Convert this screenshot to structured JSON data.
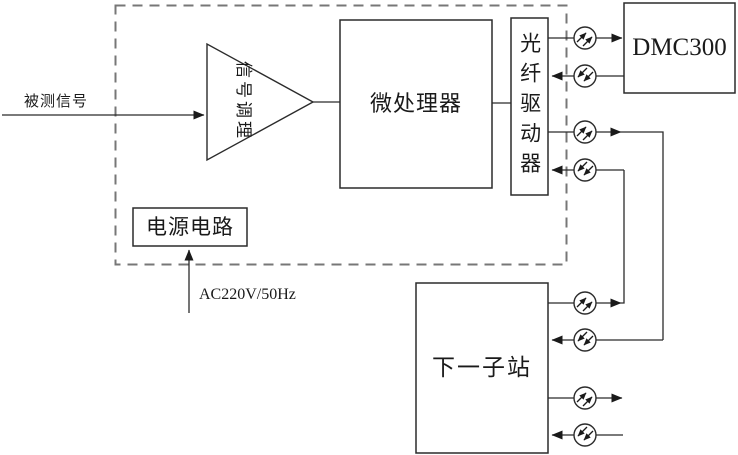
{
  "diagram": {
    "labels": {
      "input_signal": "被测信号",
      "signal_conditioning": "信号调理",
      "microprocessor": "微处理器",
      "fiber_driver": "光纤驱动器",
      "dmc300": "DMC300",
      "power_circuit": "电源电路",
      "ac_supply": "AC220V/50Hz",
      "next_substation": "下一子站"
    },
    "icons": {
      "optical_transmitter": "circle-with-double-arrows-pointing-up-right",
      "optical_receiver": "circle-with-double-arrows-pointing-down-left"
    },
    "colors": {
      "background": "#ffffff",
      "solid_line": "#2b2b2b",
      "dashed_border": "#777777",
      "text": "#1a1a1a"
    }
  }
}
